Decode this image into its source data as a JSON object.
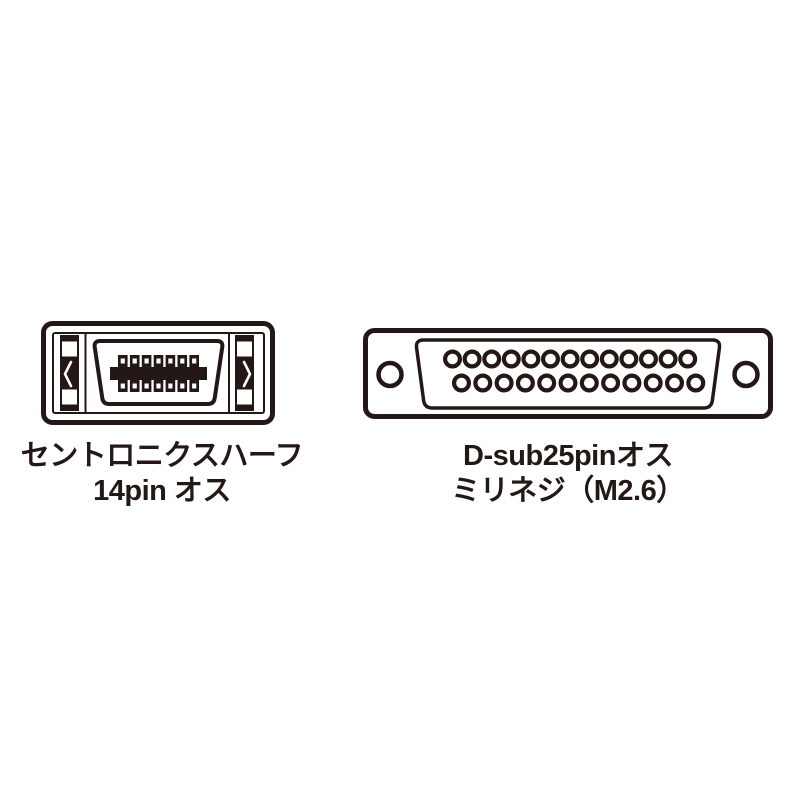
{
  "page": {
    "background": "#ffffff",
    "line_color": "#231815",
    "description_visible_text_only": true
  },
  "connectors": [
    {
      "id": "centronics-half-14pin-male",
      "type": "centronics-half",
      "gender": "male",
      "caption_line1": "セントロニクスハーフ",
      "caption_line2": "14pin オス",
      "pins_total": 14,
      "pins_top_row": 7,
      "pins_bottom_row": 7
    },
    {
      "id": "d-sub-25pin-male",
      "type": "d-sub",
      "gender": "male",
      "caption_line1": "D-sub25pinオス",
      "caption_line2": "ミリネジ（M2.6）",
      "pins_total": 25,
      "pins_top_row": 13,
      "pins_bottom_row": 12,
      "screw_holes": 2
    }
  ]
}
